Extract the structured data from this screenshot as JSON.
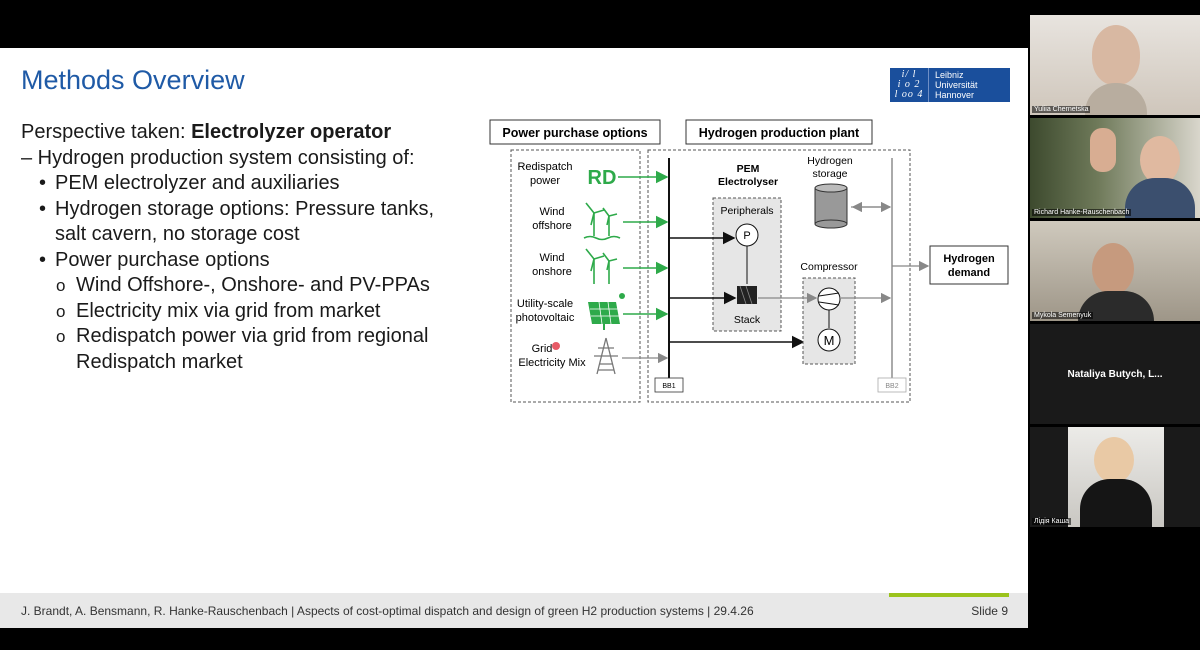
{
  "slide": {
    "title": "Methods Overview",
    "logo": {
      "line1": "Leibniz",
      "line2": "Universität",
      "line3": "Hannover"
    },
    "perspective_label": "Perspective taken: ",
    "perspective_bold": "Electrolyzer operator",
    "lines": [
      "– Hydrogen production system consisting of:",
      "PEM electrolyzer and auxiliaries",
      "Hydrogen storage options: Pressure tanks,",
      "salt cavern, no storage cost",
      "Power purchase options",
      "Wind Offshore-, Onshore- and PV-PPAs",
      "Electricity mix via grid from market",
      "Redispatch power via grid from regional",
      "Redispatch market"
    ],
    "bullet_char": "•",
    "sub_bullet_char": "o"
  },
  "diagram": {
    "ppo_title": "Power purchase options",
    "hpp_title": "Hydrogen production plant",
    "redispatch": [
      "Redispatch",
      "power"
    ],
    "rd": "RD",
    "wind_offshore": [
      "Wind",
      "offshore"
    ],
    "wind_onshore": [
      "Wind",
      "onshore"
    ],
    "pv": [
      "Utility-scale",
      "photovoltaic"
    ],
    "grid": [
      "Grid",
      "Electricity Mix"
    ],
    "pem": [
      "PEM",
      "Electrolyser"
    ],
    "peripherals": "Peripherals",
    "p": "P",
    "stack": "Stack",
    "h2storage": [
      "Hydrogen",
      "storage"
    ],
    "compressor": "Compressor",
    "m": "M",
    "demand": [
      "Hydrogen",
      "demand"
    ],
    "bb1": "BB1",
    "bb2": "BB2"
  },
  "footer": {
    "text": "J. Brandt, A. Bensmann, R. Hanke-Rauschenbach | Aspects of cost-optimal dispatch and design of green H2 production systems | 29.4.26",
    "slide_no": "Slide 9"
  },
  "participants": [
    {
      "name": "Yuliia Chernetska"
    },
    {
      "name": "Richard Hanke-Rauschenbach"
    },
    {
      "name": "Mykola Semenyuk"
    },
    {
      "name": "Nataliya  Butych,  L..."
    },
    {
      "name": "Лідія Каша"
    }
  ],
  "colors": {
    "accent_blue": "#1f5aa6",
    "green": "#2eaa4a",
    "footer_green": "#9bc31c"
  }
}
